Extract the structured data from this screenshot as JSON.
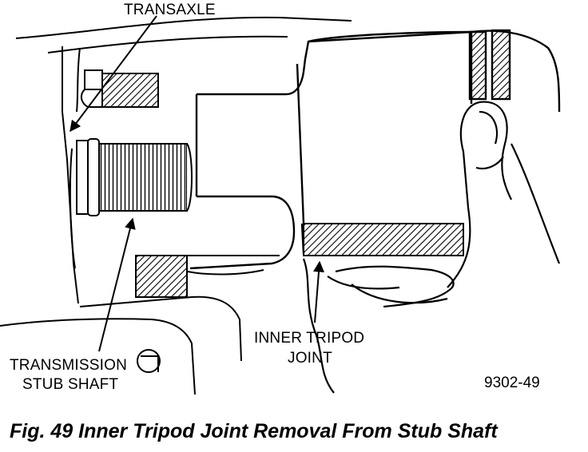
{
  "labels": {
    "transaxle": "TRANSAXLE",
    "stub_shaft_line1": "TRANSMISSION",
    "stub_shaft_line2": "STUB SHAFT",
    "tripod_line1": "INNER TRIPOD",
    "tripod_line2": "JOINT"
  },
  "figure_number": "9302-49",
  "caption": "Fig. 49 Inner Tripod Joint Removal From Stub Shaft"
}
